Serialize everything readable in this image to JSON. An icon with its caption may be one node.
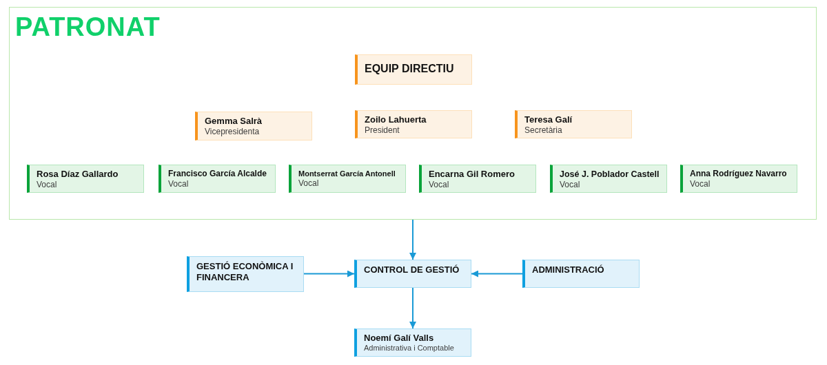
{
  "diagram": {
    "nodes": [
      {
        "text": [
          "PATRONAT"
        ]
      },
      {
        "text": [
          "EQUIP DIRECTIU"
        ],
        "in": 0
      },
      {
        "text": [
          "Gemma Salrà",
          "Vicepresidenta"
        ],
        "in": 0
      },
      {
        "text": [
          "Zoilo Lahuerta",
          "President"
        ],
        "in": 0
      },
      {
        "text": [
          "Teresa Galí",
          "Secretària"
        ],
        "in": 0
      },
      {
        "text": [
          "Rosa Díaz Gallardo",
          "Vocal"
        ],
        "in": 0
      },
      {
        "text": [
          "Francisco García Alcalde",
          "Vocal"
        ],
        "in": 0
      },
      {
        "text": [
          "Montserrat García Antonell",
          "Vocal"
        ],
        "in": 0
      },
      {
        "text": [
          "Encarna Gil Romero",
          "Vocal"
        ],
        "in": 0
      },
      {
        "text": [
          "José J. Poblador Castell",
          "Vocal"
        ],
        "in": 0
      },
      {
        "text": [
          "Anna Rodríguez Navarro",
          "Vocal"
        ],
        "in": 0
      },
      {
        "text": [
          "GESTIÓ ECONÒMICA I FINANCERA"
        ]
      },
      {
        "text": [
          "CONTROL DE GESTIÓ"
        ]
      },
      {
        "text": [
          "ADMINISTRACIÓ"
        ]
      },
      {
        "text": [
          "Noemí Galí Valls",
          "Administrativa i Comptable"
        ]
      }
    ],
    "edges": [
      {
        "from": 0,
        "to": 12,
        "arrow": "to"
      },
      {
        "from": 11,
        "to": 12,
        "arrow": "to"
      },
      {
        "from": 13,
        "to": 12,
        "arrow": "to"
      },
      {
        "from": 12,
        "to": 14,
        "arrow": "to"
      }
    ]
  }
}
